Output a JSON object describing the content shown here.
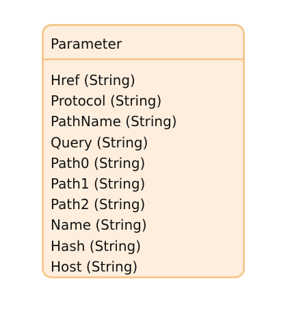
{
  "entity": {
    "title": "Parameter",
    "attributes": [
      "Href (String)",
      "Protocol (String)",
      "PathName (String)",
      "Query (String)",
      "Path0 (String)",
      "Path1 (String)",
      "Path2 (String)",
      "Name (String)",
      "Hash (String)",
      "Host (String)"
    ],
    "colors": {
      "fill": "#fdeedd",
      "border": "#f6c98f",
      "text": "#111111"
    }
  }
}
